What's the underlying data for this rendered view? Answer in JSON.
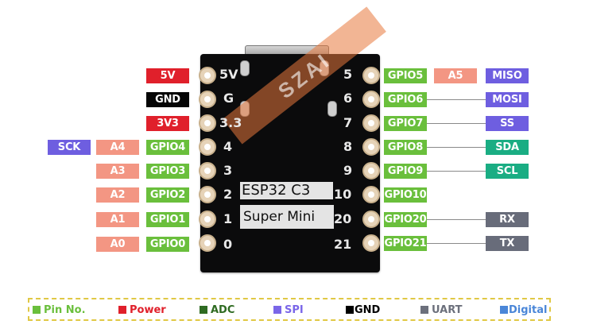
{
  "colors": {
    "gpio": "#6abf3c",
    "power": "#e0202b",
    "gnd": "#050505",
    "adc": "#f39683",
    "spi": "#6e5ee0",
    "i2c": "#1aad83",
    "uart": "#686c7a",
    "legend_pin": "#6abf3c",
    "legend_power": "#e0202b",
    "legend_adc": "#2f6b22",
    "legend_spi": "#7a66e8",
    "legend_gnd": "#000000",
    "legend_uart": "#6c707c",
    "legend_digital": "#4a86d8"
  },
  "board": {
    "name_line1": "ESP32  C3",
    "name_line2": "Super Mini",
    "watermark": "SZAI",
    "left_silk": [
      "5V",
      "G",
      "3.3",
      "4",
      "3",
      "2",
      "1",
      "0"
    ],
    "right_silk": [
      "5",
      "6",
      "7",
      "8",
      "9",
      "10",
      "20",
      "21"
    ]
  },
  "left_pins": [
    {
      "gpio": "5V",
      "type": "power"
    },
    {
      "gpio": "GND",
      "type": "gnd"
    },
    {
      "gpio": "3V3",
      "type": "power"
    },
    {
      "gpio": "GPIO4",
      "adc": "A4",
      "func": "SCK"
    },
    {
      "gpio": "GPIO3",
      "adc": "A3"
    },
    {
      "gpio": "GPIO2",
      "adc": "A2"
    },
    {
      "gpio": "GPIO1",
      "adc": "A1"
    },
    {
      "gpio": "GPIO0",
      "adc": "A0"
    }
  ],
  "right_pins": [
    {
      "gpio": "GPIO5",
      "adc": "A5",
      "func": "MISO"
    },
    {
      "gpio": "GPIO6",
      "func": "MOSI"
    },
    {
      "gpio": "GPIO7",
      "func": "SS"
    },
    {
      "gpio": "GPIO8",
      "func": "SDA"
    },
    {
      "gpio": "GPIO9",
      "func": "SCL"
    },
    {
      "gpio": "GPIO10"
    },
    {
      "gpio": "GPIO20",
      "func": "RX"
    },
    {
      "gpio": "GPIO21",
      "func": "TX"
    }
  ],
  "legend": [
    {
      "label": "Pin No.",
      "key": "legend_pin"
    },
    {
      "label": "Power",
      "key": "legend_power"
    },
    {
      "label": "ADC",
      "key": "legend_adc"
    },
    {
      "label": "SPI",
      "key": "legend_spi"
    },
    {
      "label": "GND",
      "key": "legend_gnd"
    },
    {
      "label": "UART",
      "key": "legend_uart"
    },
    {
      "label": "Digital",
      "key": "legend_digital"
    }
  ]
}
